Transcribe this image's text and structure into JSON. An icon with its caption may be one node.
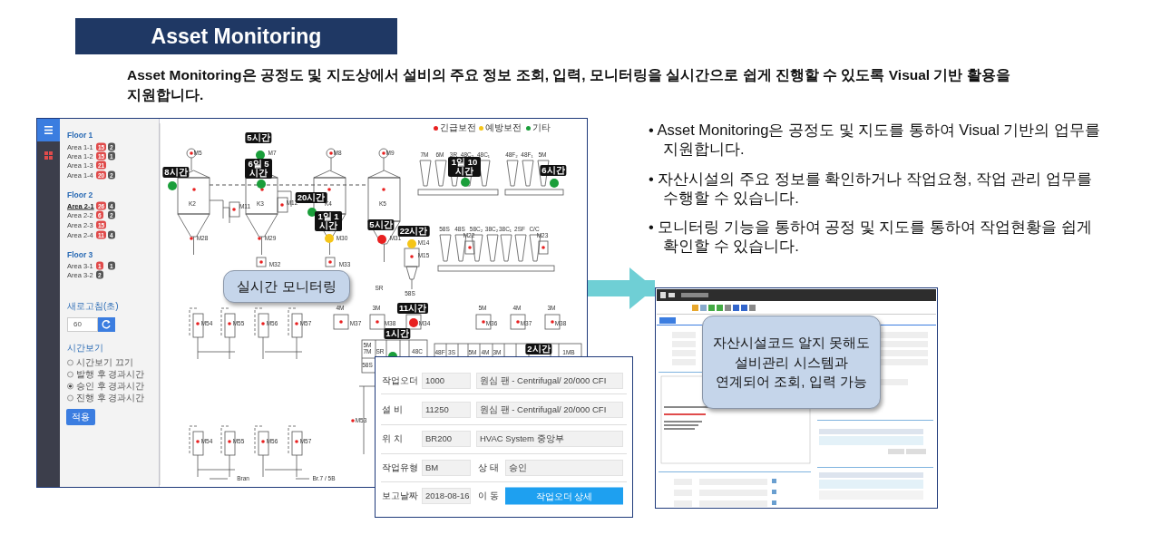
{
  "diagram": {
    "title": "Asset Monitoring",
    "nodes": [
      {
        "text": [],
        "shape": "picture"
      },
      {
        "text": [
          "실시간 모니터링"
        ],
        "in": 0
      },
      {
        "text": [],
        "shape": "picture"
      },
      {
        "text": [
          "자산시설코드 알지 못해도 설비관리 시스템과 연계되어 조회, 입력 가능"
        ],
        "in": 2
      }
    ],
    "edges": [
      {
        "from": 0,
        "to": 2,
        "arrow": "to"
      }
    ],
    "labels": [
      "Asset Monitoring은 공정도 및 지도상에서 설비의 주요 정보 조회, 입력, 모니터링을 실시간으로 쉽게 진행할 수 있도록 Visual 기반 활용을 지원합니다.",
      "• Asset Monitoring은 공정도 및 지도를 통하여 Visual 기반의 업무를 지원합니다.",
      "• 자산시설의 주요 정보를 확인하거나 작업요청, 작업 관리 업무를 수행할 수 있습니다.",
      "• 모니터링 기능을 통하여 공정 및 지도를 통하여 작업현황을 쉽게 확인할 수 있습니다.",
      "Floor 1",
      "Area 1-1",
      "15",
      "2",
      "Area 1-2",
      "15",
      "1",
      "Area 1-3",
      "21",
      "Area 1-4",
      "20",
      "2",
      "Floor 2",
      "Area 2-1",
      "26",
      "4",
      "Area 2-2",
      "6",
      "2",
      "Area 2-3",
      "15",
      "Area 2-4",
      "11",
      "4",
      "Floor 3",
      "Area 3-1",
      "1",
      "1",
      "Area 3-2",
      "2",
      "새로고침(초)",
      "60",
      "시간보기",
      "시간보기 끄기",
      "발행 후 경과시간",
      "승인 후 경과시간",
      "진행 후 경과시간",
      "적용",
      "M5",
      "5시간",
      "M7",
      "6일 5시간",
      "8시간",
      "M8",
      "M9",
      "K2",
      "K3",
      "K4",
      "K5",
      "20시간",
      "M11",
      "M12",
      "1일 1시간",
      "5시간",
      "22시간",
      "M28",
      "M29",
      "M30",
      "M31",
      "M14",
      "M15",
      "M32",
      "M33",
      "SR",
      "58S",
      "7M",
      "6M",
      "3R",
      "48C₂",
      "48C₁",
      "48F₂",
      "48F₁",
      "5M",
      "1일 10시간",
      "6시간",
      "58S",
      "48S",
      "58C₂",
      "38C₂",
      "38C₁",
      "2SF",
      "C/C",
      "M22",
      "M23",
      "4M",
      "3M",
      "11시간",
      "5M",
      "4M",
      "3M",
      "M54",
      "M55",
      "M56",
      "M57",
      "M37",
      "M38",
      "M34",
      "M36",
      "M37",
      "M38",
      "5M 7M",
      "SR",
      "1시간",
      "48C",
      "58S",
      "48F",
      "3S",
      "5M",
      "4M",
      "3M",
      "2시간",
      "1MB",
      "M53",
      "M54",
      "M55",
      "M56",
      "M57",
      "Bran",
      "Br.7 / 5B",
      "작업오더",
      "1000",
      "원심 팬 - Centrifugal/ 20/000 CFI",
      "설 비",
      "11250",
      "원심 팬 - Centrifugal/ 20/000 CFI",
      "위 치",
      "BR200",
      "HVAC System 중앙부",
      "작업유형",
      "BM",
      "상 태",
      "승인",
      "보고날짜",
      "2018-08-16",
      "이 동",
      "작업오더 상세"
    ],
    "legend": [
      {
        "text": "긴급보전",
        "color": "#e82020"
      },
      {
        "text": "예방보전",
        "color": "#f5c518"
      },
      {
        "text": "기타",
        "color": "#1a9e3a"
      }
    ]
  }
}
